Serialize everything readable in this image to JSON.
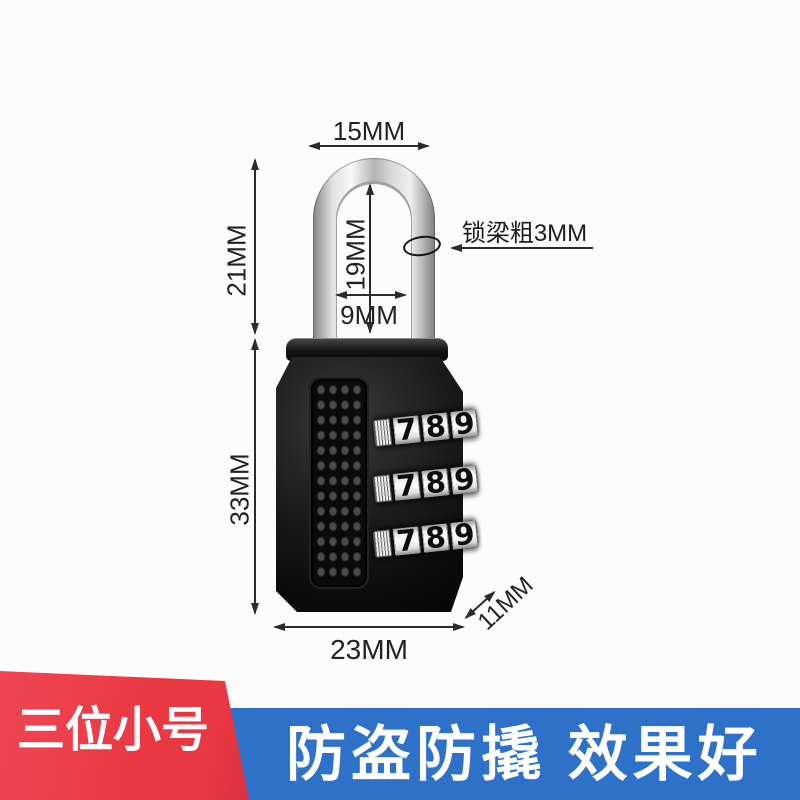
{
  "badges": {
    "size_label": "三位小号",
    "slogan": "防盗防撬 效果好"
  },
  "dimensions": {
    "shackle_outer_width": "15MM",
    "shackle_height": "21MM",
    "shackle_inner_height": "19MM",
    "shackle_inner_width": "9MM",
    "shackle_thickness_note": "锁梁粗3MM",
    "body_height": "33MM",
    "body_width": "23MM",
    "body_depth": "11MM"
  },
  "product": {
    "dials": [
      {
        "digits": [
          "7",
          "8",
          "9"
        ]
      },
      {
        "digits": [
          "7",
          "8",
          "9"
        ]
      },
      {
        "digits": [
          "7",
          "8",
          "9"
        ]
      }
    ]
  },
  "colors": {
    "badge_red": "#ea3843",
    "banner_blue": "#2e71c8",
    "annotation_ink": "#2b2b2b",
    "lock_black": "#0d0d0d",
    "shackle_silver": "#d9d9d9",
    "background": "#fcfcfc"
  }
}
